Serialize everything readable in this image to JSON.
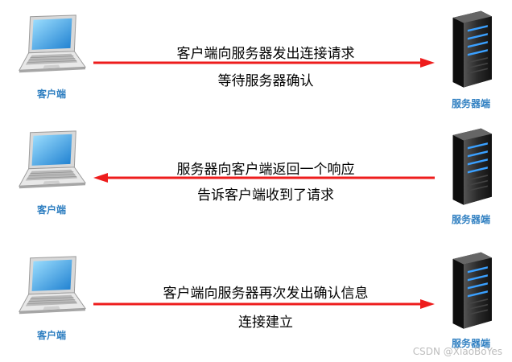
{
  "labels": {
    "client": "客户端",
    "server": "服务器端"
  },
  "colors": {
    "arrow": "#ee1c1c",
    "label": "#2f7fc1"
  },
  "steps": [
    {
      "direction": "right",
      "line1": "客户端向服务器发出连接请求",
      "line2": "等待服务器确认"
    },
    {
      "direction": "left",
      "line1": "服务器向客户端返回一个响应",
      "line2": "告诉客户端收到了请求"
    },
    {
      "direction": "right",
      "line1": "客户端向服务器再次发出确认信息",
      "line2": "连接建立"
    }
  ],
  "watermark": "CSDN @XiaoBoYes"
}
